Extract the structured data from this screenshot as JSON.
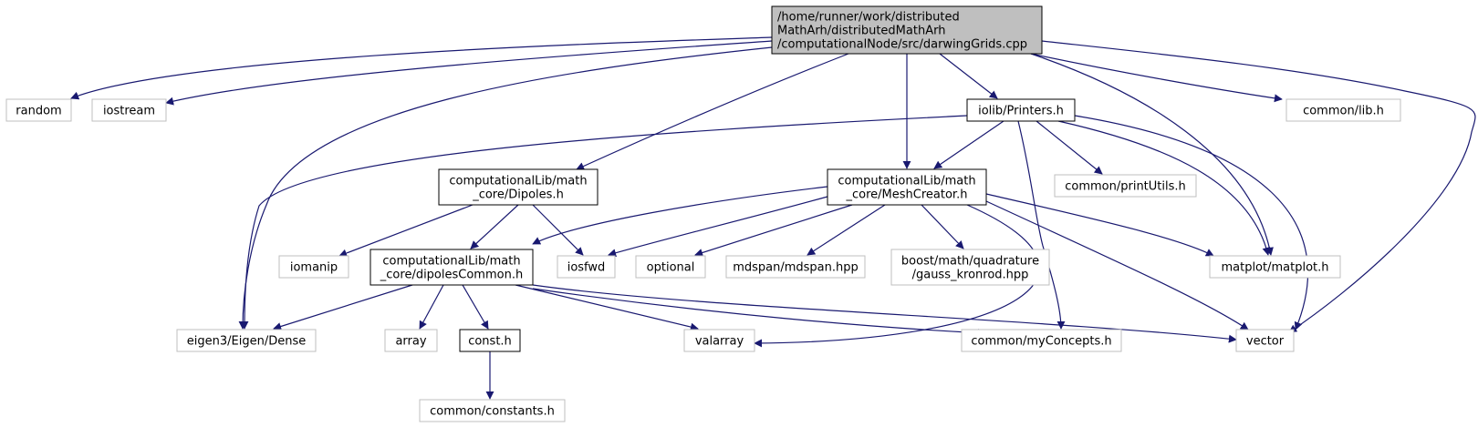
{
  "colors": {
    "edge": "#191970",
    "root_fill": "#bfbfbf",
    "local_border": "#000000",
    "external_border": "#bfbfbf",
    "external_text": "#3f3f3f",
    "node_fill": "#ffffff"
  },
  "nodes": [
    {
      "id": "root",
      "kind": "root",
      "lines": [
        "/home/runner/work/distributed",
        "MathArh/distributedMathArh",
        "/computationalNode/src/darwingGrids.cpp"
      ]
    },
    {
      "id": "random",
      "kind": "external",
      "lines": [
        "random"
      ]
    },
    {
      "id": "iostream",
      "kind": "external",
      "lines": [
        "iostream"
      ]
    },
    {
      "id": "printers",
      "kind": "local",
      "lines": [
        "iolib/Printers.h"
      ]
    },
    {
      "id": "commonlib",
      "kind": "external",
      "lines": [
        "common/lib.h"
      ]
    },
    {
      "id": "dipoles",
      "kind": "local",
      "lines": [
        "computationalLib/math",
        "_core/Dipoles.h"
      ]
    },
    {
      "id": "meshcreator",
      "kind": "local",
      "lines": [
        "computationalLib/math",
        "_core/MeshCreator.h"
      ]
    },
    {
      "id": "printutils",
      "kind": "external",
      "lines": [
        "common/printUtils.h"
      ]
    },
    {
      "id": "iomanip",
      "kind": "external",
      "lines": [
        "iomanip"
      ]
    },
    {
      "id": "dipolescommon",
      "kind": "local",
      "lines": [
        "computationalLib/math",
        "_core/dipolesCommon.h"
      ]
    },
    {
      "id": "iosfwd",
      "kind": "external",
      "lines": [
        "iosfwd"
      ]
    },
    {
      "id": "optional",
      "kind": "external",
      "lines": [
        "optional"
      ]
    },
    {
      "id": "mdspan",
      "kind": "external",
      "lines": [
        "mdspan/mdspan.hpp"
      ]
    },
    {
      "id": "gausskronrod",
      "kind": "external",
      "lines": [
        "boost/math/quadrature",
        "/gauss_kronrod.hpp"
      ]
    },
    {
      "id": "matplot",
      "kind": "external",
      "lines": [
        "matplot/matplot.h"
      ]
    },
    {
      "id": "eigen",
      "kind": "external",
      "lines": [
        "eigen3/Eigen/Dense"
      ]
    },
    {
      "id": "array",
      "kind": "external",
      "lines": [
        "array"
      ]
    },
    {
      "id": "const",
      "kind": "local",
      "lines": [
        "const.h"
      ]
    },
    {
      "id": "valarray",
      "kind": "external",
      "lines": [
        "valarray"
      ]
    },
    {
      "id": "myconcepts",
      "kind": "external",
      "lines": [
        "common/myConcepts.h"
      ]
    },
    {
      "id": "vector",
      "kind": "external",
      "lines": [
        "vector"
      ]
    },
    {
      "id": "constants",
      "kind": "external",
      "lines": [
        "common/constants.h"
      ]
    }
  ],
  "edges": [
    {
      "from": "root",
      "to": "random"
    },
    {
      "from": "root",
      "to": "iostream"
    },
    {
      "from": "root",
      "to": "printers"
    },
    {
      "from": "root",
      "to": "commonlib"
    },
    {
      "from": "root",
      "to": "dipoles"
    },
    {
      "from": "root",
      "to": "meshcreator"
    },
    {
      "from": "root",
      "to": "matplot"
    },
    {
      "from": "root",
      "to": "eigen"
    },
    {
      "from": "root",
      "to": "vector"
    },
    {
      "from": "printers",
      "to": "meshcreator"
    },
    {
      "from": "printers",
      "to": "printutils"
    },
    {
      "from": "printers",
      "to": "matplot"
    },
    {
      "from": "printers",
      "to": "eigen"
    },
    {
      "from": "printers",
      "to": "myconcepts"
    },
    {
      "from": "printers",
      "to": "vector"
    },
    {
      "from": "dipoles",
      "to": "iomanip"
    },
    {
      "from": "dipoles",
      "to": "dipolescommon"
    },
    {
      "from": "dipoles",
      "to": "iosfwd"
    },
    {
      "from": "meshcreator",
      "to": "dipolescommon"
    },
    {
      "from": "meshcreator",
      "to": "iosfwd"
    },
    {
      "from": "meshcreator",
      "to": "optional"
    },
    {
      "from": "meshcreator",
      "to": "mdspan"
    },
    {
      "from": "meshcreator",
      "to": "gausskronrod"
    },
    {
      "from": "meshcreator",
      "to": "matplot"
    },
    {
      "from": "meshcreator",
      "to": "valarray"
    },
    {
      "from": "meshcreator",
      "to": "vector"
    },
    {
      "from": "dipolescommon",
      "to": "eigen"
    },
    {
      "from": "dipolescommon",
      "to": "array"
    },
    {
      "from": "dipolescommon",
      "to": "const"
    },
    {
      "from": "dipolescommon",
      "to": "valarray"
    },
    {
      "from": "dipolescommon",
      "to": "myconcepts"
    },
    {
      "from": "dipolescommon",
      "to": "vector"
    },
    {
      "from": "const",
      "to": "constants"
    }
  ]
}
